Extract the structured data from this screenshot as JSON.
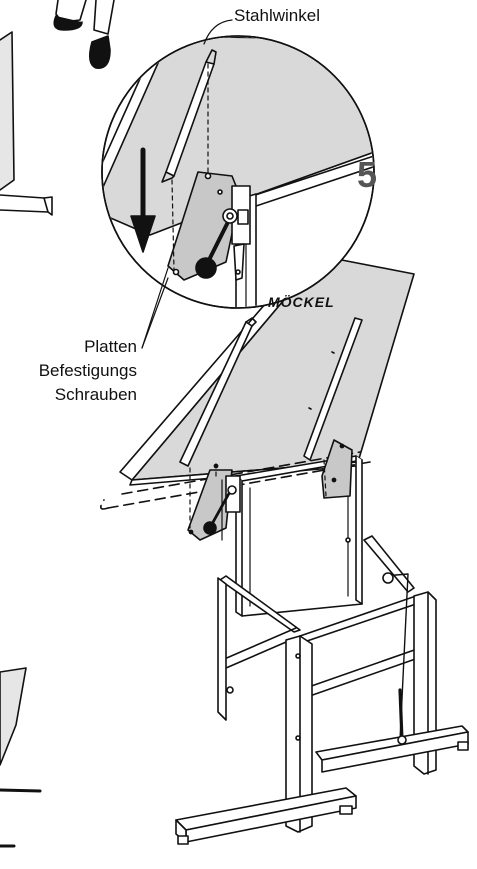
{
  "labels": {
    "steel_angle": "Stahlwinkel",
    "step_number": "5",
    "mounting_screws_lines": [
      "Platten",
      "Befestigungs",
      "Schrauben"
    ],
    "brand": "MÖCKEL"
  },
  "colors": {
    "board_fill": "#d9d9d9",
    "frame_fill": "#ffffff",
    "plate_fill": "#c8c8c8",
    "knob_fill": "#111111",
    "line": "#111111",
    "step_text": "#555555"
  },
  "icons": {
    "direction": "down-arrow-icon",
    "lever": "clamp-lever-icon"
  }
}
